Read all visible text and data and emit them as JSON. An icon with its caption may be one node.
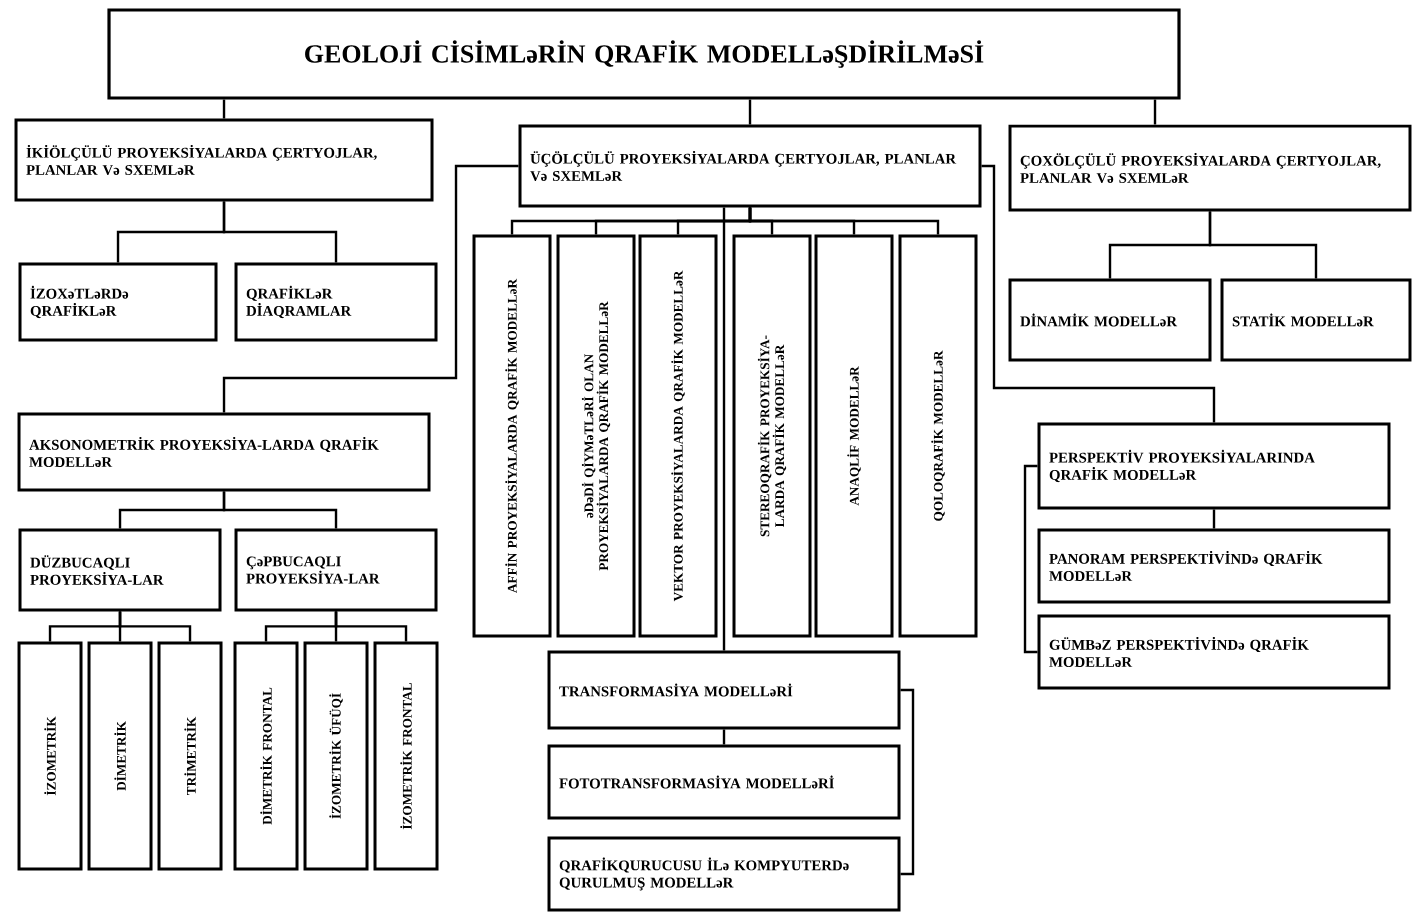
{
  "diagram": {
    "nodes": [
      {
        "text": [
          "GEOLOJİ CİSİMLəRİN QRAFİK MODELLəŞDİRİLMəSİ"
        ]
      },
      {
        "text": [
          "İKİÖLÇÜLÜ PROYEKSİYALARDA ÇERTYOJLAR, PLANLAR Və SXEMLəR"
        ]
      },
      {
        "text": [
          "İZOXəTLəRDə QRAFİKLəR"
        ]
      },
      {
        "text": [
          "QRAFİKLəR DİAQRAMLAR"
        ]
      },
      {
        "text": [
          "ÜÇÖLÇÜLÜ PROYEKSİYALARDA ÇERTYOJLAR, PLANLAR Və SXEMLəR"
        ]
      },
      {
        "text": [
          "ÇOXÖLÇÜLÜ PROYEKSİYALARDA ÇERTYOJLAR, PLANLAR Və SXEMLəR"
        ]
      },
      {
        "text": [
          "DİNAMİK MODELLəR"
        ]
      },
      {
        "text": [
          "STATİK MODELLəR"
        ]
      },
      {
        "text": [
          "AKSONOMETRİK PROYEKSİYA-LARDA QRAFİK MODELLəR"
        ]
      },
      {
        "text": [
          "DÜZBUCAQLI PROYEKSİYA-LAR"
        ]
      },
      {
        "text": [
          "ÇəPBUCAQLI PROYEKSİYA-LAR"
        ]
      },
      {
        "text": [
          "İZOMETRİK"
        ]
      },
      {
        "text": [
          "DİMETRİK"
        ]
      },
      {
        "text": [
          "TRİMETRİK"
        ]
      },
      {
        "text": [
          "DİMETRİK FRONTAL"
        ]
      },
      {
        "text": [
          "İZOMETRİK ÜFÜQİ"
        ]
      },
      {
        "text": [
          "İZOMETRİK FRONTAL"
        ]
      },
      {
        "text": [
          "AFFİN PROYEKSİYALARDA QRAFİK MODELLəR"
        ]
      },
      {
        "text": [
          "əDəDİ QİYMəTLəRİ OLAN PROYEKSİYALARDA QRAFİK MODELLəR"
        ]
      },
      {
        "text": [
          "VEKTOR PROYEKSİYALARDA QRAFİK MODELLəR"
        ]
      },
      {
        "text": [
          "STEREOQRAFİK PROYEKSİYA-LARDA QRAFİK MODELLəR"
        ]
      },
      {
        "text": [
          "ANAQLİF MODELLəR"
        ]
      },
      {
        "text": [
          "QOLOQRAFİK MODELLəR"
        ]
      },
      {
        "text": [
          "TRANSFORMASİYA MODELLəRİ"
        ]
      },
      {
        "text": [
          "FOTOTRANSFORMASİYA MODELLəRİ"
        ]
      },
      {
        "text": [
          "QRAFİKQURUCUSU İLə KOMPYUTERDə QURULMUŞ MODELLəR"
        ]
      },
      {
        "text": [
          "PERSPEKTİV PROYEKSİYALARINDA QRAFİK MODELLəR"
        ]
      },
      {
        "text": [
          "PANORAM PERSPEKTİVİNDə QRAFİK MODELLəR"
        ]
      },
      {
        "text": [
          "GÜMBəZ PERSPEKTİVİNDə QRAFİK MODELLəR"
        ]
      }
    ],
    "edges": [
      {
        "from": 0,
        "to": 1,
        "arrow": "none"
      },
      {
        "from": 0,
        "to": 4,
        "arrow": "none"
      },
      {
        "from": 0,
        "to": 5,
        "arrow": "none"
      },
      {
        "from": 1,
        "to": 2,
        "arrow": "none"
      },
      {
        "from": 1,
        "to": 3,
        "arrow": "none"
      },
      {
        "from": 4,
        "to": 17,
        "arrow": "none"
      },
      {
        "from": 4,
        "to": 18,
        "arrow": "none"
      },
      {
        "from": 4,
        "to": 19,
        "arrow": "none"
      },
      {
        "from": 4,
        "to": 20,
        "arrow": "none"
      },
      {
        "from": 4,
        "to": 21,
        "arrow": "none"
      },
      {
        "from": 4,
        "to": 22,
        "arrow": "none"
      },
      {
        "from": 4,
        "to": 23,
        "arrow": "none"
      },
      {
        "from": 4,
        "to": 8,
        "arrow": "none"
      },
      {
        "from": 4,
        "to": 26,
        "arrow": "none"
      },
      {
        "from": 5,
        "to": 6,
        "arrow": "none"
      },
      {
        "from": 5,
        "to": 7,
        "arrow": "none"
      },
      {
        "from": 8,
        "to": 9,
        "arrow": "none"
      },
      {
        "from": 8,
        "to": 10,
        "arrow": "none"
      },
      {
        "from": 9,
        "to": 11,
        "arrow": "none"
      },
      {
        "from": 9,
        "to": 12,
        "arrow": "none"
      },
      {
        "from": 9,
        "to": 13,
        "arrow": "none"
      },
      {
        "from": 10,
        "to": 14,
        "arrow": "none"
      },
      {
        "from": 10,
        "to": 15,
        "arrow": "none"
      },
      {
        "from": 10,
        "to": 16,
        "arrow": "none"
      },
      {
        "from": 26,
        "to": 27,
        "arrow": "none"
      },
      {
        "from": 26,
        "to": 28,
        "arrow": "none"
      },
      {
        "from": 23,
        "to": 24,
        "arrow": "none"
      },
      {
        "from": 23,
        "to": 25,
        "arrow": "none"
      }
    ]
  }
}
